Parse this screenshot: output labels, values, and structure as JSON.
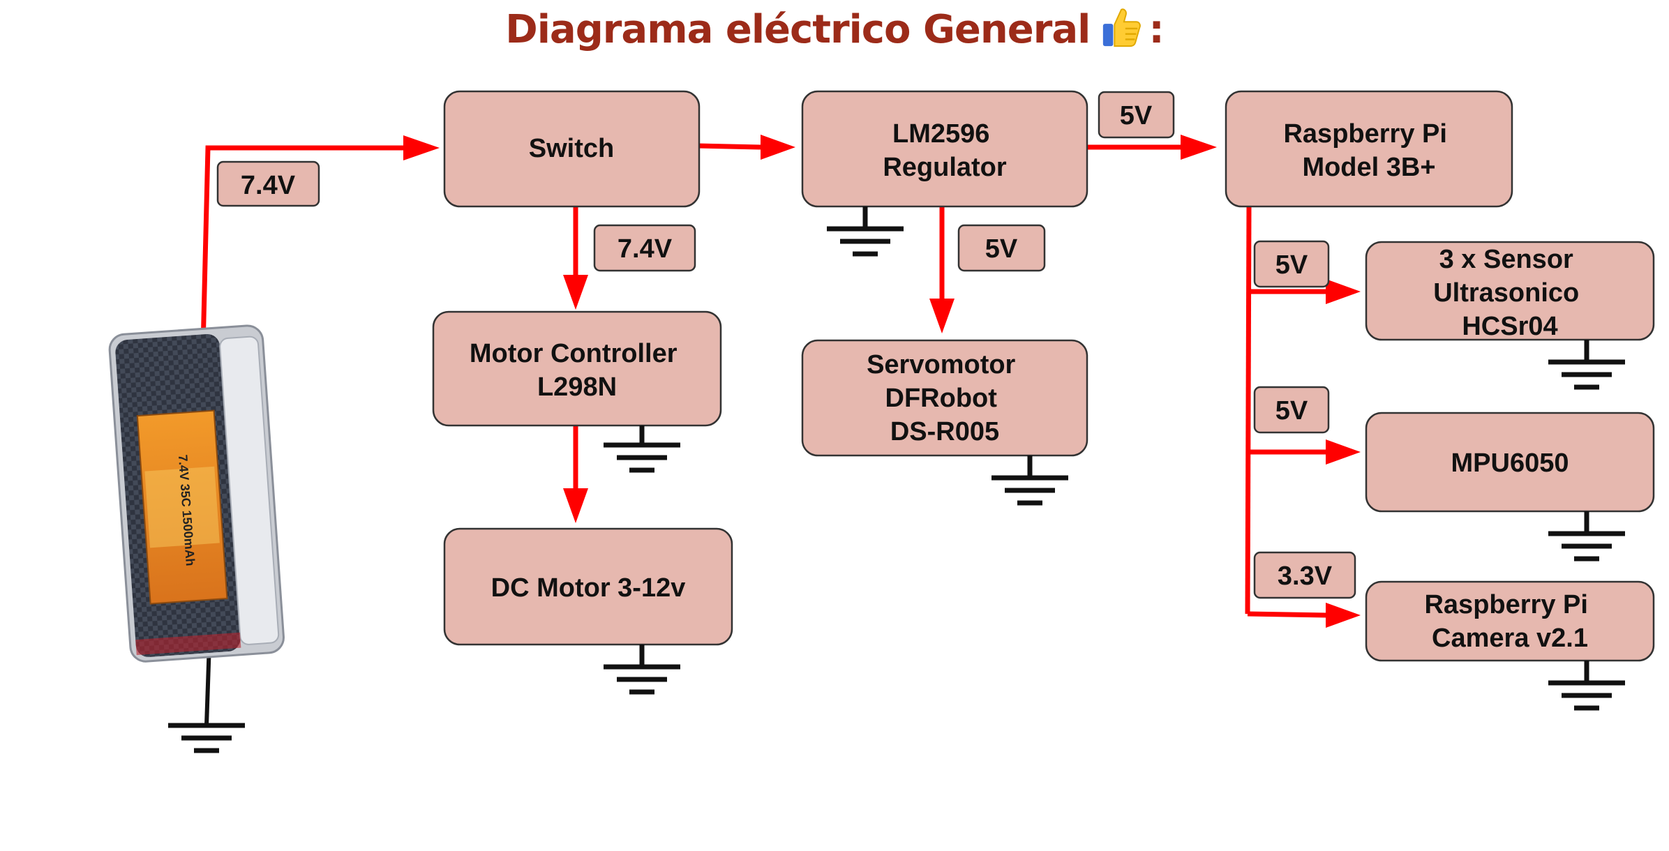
{
  "title": {
    "text": "Diagrama eléctrico General",
    "emoji_icon": "thumbs-up-icon",
    "suffix": ":",
    "color": "#9c2b19"
  },
  "colors": {
    "box_fill": "#e6b8af",
    "box_stroke": "#333333",
    "wire": "#ff0000",
    "ground": "#111111"
  },
  "battery": {
    "icon": "lipo-battery-icon",
    "printed_text": [
      "7.4V",
      "35C",
      "1500mAh"
    ]
  },
  "components": {
    "switch": [
      "Switch"
    ],
    "regulator": [
      "LM2596",
      "Regulator"
    ],
    "raspberry": [
      "Raspberry Pi",
      "Model 3B+"
    ],
    "motor_controller": [
      "Motor Controller",
      "L298N"
    ],
    "servo": [
      "Servomotor",
      "DFRobot",
      "DS-R005"
    ],
    "dc_motor": [
      "DC Motor 3-12v"
    ],
    "sensor": [
      "3 x Sensor",
      "Ultrasonico",
      "HCSr04"
    ],
    "mpu": [
      "MPU6050"
    ],
    "camera": [
      "Raspberry Pi",
      "Camera v2.1"
    ]
  },
  "voltage_labels": {
    "battery_to_switch": "7.4V",
    "switch_to_motor_controller": "7.4V",
    "regulator_to_raspberry": "5V",
    "regulator_to_servo": "5V",
    "raspberry_to_sensor": "5V",
    "raspberry_to_mpu": "5V",
    "raspberry_to_camera": "3.3V"
  }
}
